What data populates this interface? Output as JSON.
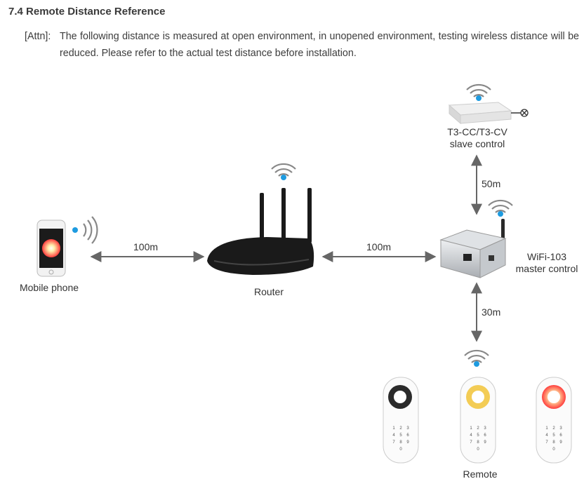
{
  "section": {
    "heading": "7.4 Remote Distance Reference",
    "attn_tag": "[Attn]:",
    "attn_text": "The following distance is measured at open environment, in unopened environment, testing wireless distance will be reduced. Please refer to the actual test distance before installation."
  },
  "devices": {
    "phone": "Mobile phone",
    "router": "Router",
    "slave_line1": "T3-CC/T3-CV",
    "slave_line2": "slave control",
    "master_line1": "WiFi-103",
    "master_line2": "master control",
    "remote": "Remote"
  },
  "distances": {
    "phone_router": "100m",
    "router_master": "100m",
    "master_slave": "50m",
    "master_remote": "30m"
  },
  "remote_keypad": [
    "1",
    "2",
    "3",
    "4",
    "5",
    "6",
    "7",
    "8",
    "9",
    "0"
  ],
  "colors": {
    "wifi_dot": "#1e9be0",
    "arrow": "#666666",
    "router_body": "#1a1a1a"
  }
}
